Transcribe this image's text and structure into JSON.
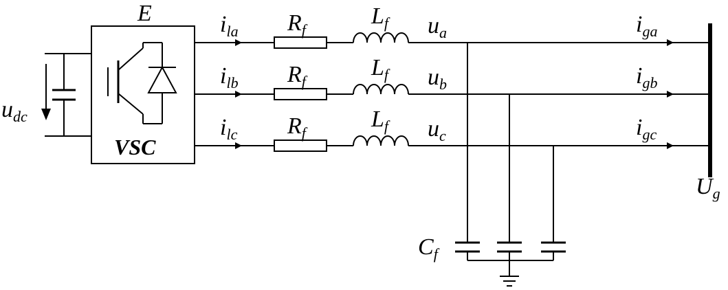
{
  "dc_voltage": {
    "main": "u",
    "sub": "dc"
  },
  "converter": {
    "emf": "E",
    "label": "VSC"
  },
  "phases": [
    {
      "current": {
        "main": "i",
        "sub": "la"
      },
      "resistor": {
        "main": "R",
        "sub": "f"
      },
      "inductor": {
        "main": "L",
        "sub": "f"
      },
      "voltage": {
        "main": "u",
        "sub": "a"
      },
      "grid_current": {
        "main": "i",
        "sub": "ga"
      }
    },
    {
      "current": {
        "main": "i",
        "sub": "lb"
      },
      "resistor": {
        "main": "R",
        "sub": "f"
      },
      "inductor": {
        "main": "L",
        "sub": "f"
      },
      "voltage": {
        "main": "u",
        "sub": "b"
      },
      "grid_current": {
        "main": "i",
        "sub": "gb"
      }
    },
    {
      "current": {
        "main": "i",
        "sub": "lc"
      },
      "resistor": {
        "main": "R",
        "sub": "f"
      },
      "inductor": {
        "main": "L",
        "sub": "f"
      },
      "voltage": {
        "main": "u",
        "sub": "c"
      },
      "grid_current": {
        "main": "i",
        "sub": "gc"
      }
    }
  ],
  "filter_capacitor": {
    "main": "C",
    "sub": "f"
  },
  "grid_voltage": {
    "main": "U",
    "sub": "g"
  }
}
